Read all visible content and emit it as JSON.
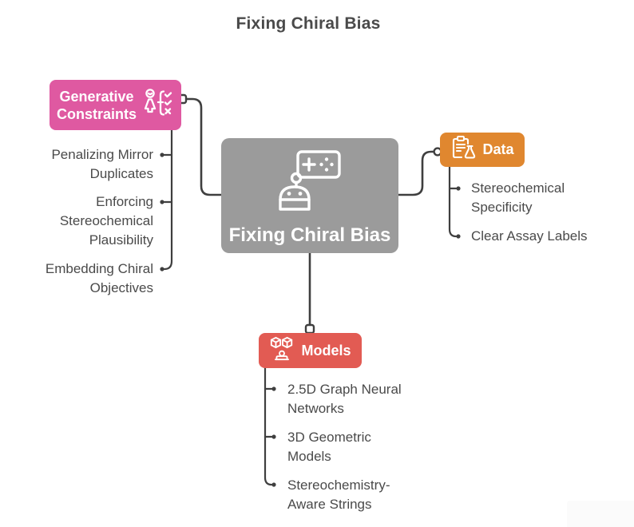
{
  "title": "Fixing Chiral Bias",
  "colors": {
    "generative_node": "#df59a1",
    "center_node": "#9b9b9b",
    "data_node": "#e0872f",
    "models_node": "#e25b53",
    "connector_line": "#3f3f3f",
    "branch_text": "#4a4a4a",
    "node_text": "#ffffff"
  },
  "center_node": {
    "label": "Fixing Chiral Bias",
    "icon": "robot-icon"
  },
  "nodes": {
    "generative": {
      "label": "Generative\nConstraints",
      "icon": "person-checklist-icon"
    },
    "data": {
      "label": "Data",
      "icon": "clipboard-flask-icon"
    },
    "models": {
      "label": "Models",
      "icon": "cubes-icon"
    }
  },
  "branches": {
    "generative": [
      "Penalizing Mirror\nDuplicates",
      "Enforcing\nStereochemical\nPlausibility",
      "Embedding Chiral\nObjectives"
    ],
    "data": [
      "Stereochemical\nSpecificity",
      "Clear Assay Labels"
    ],
    "models": [
      "2.5D Graph Neural\nNetworks",
      "3D Geometric\nModels",
      "Stereochemistry-\nAware Strings"
    ]
  }
}
